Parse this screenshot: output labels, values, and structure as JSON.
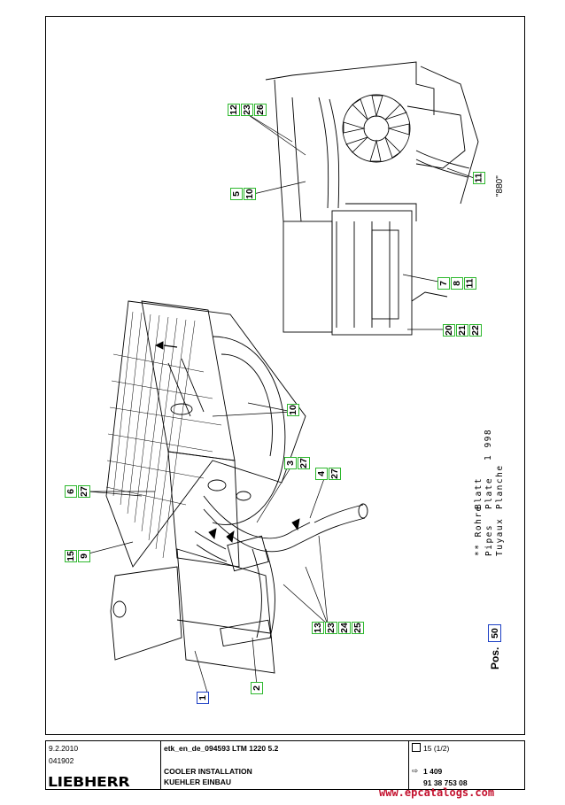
{
  "drawing": {
    "callouts": [
      {
        "id": "c12",
        "text": "12"
      },
      {
        "id": "c23a",
        "text": "23"
      },
      {
        "id": "c26",
        "text": "26"
      },
      {
        "id": "c5",
        "text": "5"
      },
      {
        "id": "c10a",
        "text": "10"
      },
      {
        "id": "c11a",
        "text": "11"
      },
      {
        "id": "c7",
        "text": "7"
      },
      {
        "id": "c8",
        "text": "8"
      },
      {
        "id": "c11b",
        "text": "11"
      },
      {
        "id": "c20",
        "text": "20"
      },
      {
        "id": "c21",
        "text": "21"
      },
      {
        "id": "c22",
        "text": "22"
      },
      {
        "id": "c10b",
        "text": "10"
      },
      {
        "id": "c3",
        "text": "3"
      },
      {
        "id": "c27a",
        "text": "27"
      },
      {
        "id": "c4",
        "text": "4"
      },
      {
        "id": "c27b",
        "text": "27"
      },
      {
        "id": "c6",
        "text": "6"
      },
      {
        "id": "c27c",
        "text": "27"
      },
      {
        "id": "c15",
        "text": "15"
      },
      {
        "id": "c9",
        "text": "9"
      },
      {
        "id": "c13",
        "text": "13"
      },
      {
        "id": "c23b",
        "text": "23"
      },
      {
        "id": "c24",
        "text": "24"
      },
      {
        "id": "c25",
        "text": "25"
      },
      {
        "id": "c1",
        "text": "1"
      },
      {
        "id": "c2",
        "text": "2"
      }
    ],
    "dimension_label": "\"880\"",
    "legend": {
      "col1": [
        "** Rohre",
        "   Pipes",
        "   Tuyaux"
      ],
      "col2": [
        "Blatt",
        "Plate",
        "Planche"
      ],
      "plate_number": "1 998"
    },
    "pos_label": "Pos.",
    "pos_value": "50"
  },
  "footer": {
    "date": "9.2.2010",
    "code": "041902",
    "logo": "LIEBHERR",
    "doc_id": "etk_en_de_094593 LTM 1220 5.2",
    "title_en": "COOLER INSTALLATION",
    "title_de": "KUEHLER EINBAU",
    "page": "15 (1/2)",
    "ref1": "1 409",
    "ref2": "91 38 753 08"
  },
  "watermark": "www.epcatalogs.com",
  "colors": {
    "callout_green": "#2eb82e",
    "callout_blue": "#1c3fc4",
    "watermark": "#c4122f"
  }
}
